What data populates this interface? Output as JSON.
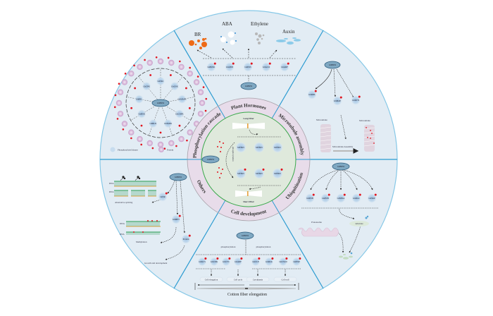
{
  "center": {
    "hub_label": "GhBIN2",
    "long_fiber_label": "Long Fiber",
    "short_fiber_label": "Short Fiber",
    "phospho_label": "phosphorylation",
    "target_label": "MYB25"
  },
  "ring_labels": [
    "Plant Hormones",
    "Microtubule assembly",
    "Ubiquitination",
    "Cell development",
    "Others",
    "Phosphorylation cascade"
  ],
  "sectors": {
    "plant_hormones": {
      "hub": "GhBIN2",
      "hormones": [
        "BR",
        "ABA",
        "Ethylene",
        "Auxin"
      ],
      "targets": [
        "GhBZR1",
        "GhABI5",
        "GhPOS",
        "GhACO",
        "GhARF"
      ]
    },
    "microtubule": {
      "hub": "GhBIN2",
      "targets": [
        "GhRDL",
        "GhMAP",
        "GhKTN"
      ],
      "microtubule_label_1": "Microtubule",
      "microtubule_label_2": "Microtubule",
      "assembly_label": "Microtubule Assembly"
    },
    "ubiquitination": {
      "hub": "GhBIN2",
      "targets": [
        "GhPUB",
        "GhPUB",
        "GhSINA",
        "GhRGC",
        "GhSKP"
      ],
      "proteasome_label": "Proteasome",
      "substrate_label": "substrate"
    },
    "cell_development": {
      "hub": "GhBIN2",
      "phospho_left": "phosphorylation",
      "phospho_right": "phosphorylation",
      "targets": [
        "GhKCS",
        "GhCDK",
        "GhCYC",
        "GhARF",
        "GhCLE",
        "GhRLK",
        "GhCSLD",
        "GhEXP"
      ],
      "processes": [
        "Cell elongation",
        "Cell cycle",
        "Cytokinesis",
        "Cell wall"
      ],
      "caption": "Cotton fiber elongation"
    },
    "others": {
      "hub": "GhBIN2",
      "targets": [
        "GhSR",
        "GhMET",
        "Protein"
      ],
      "rna_label": "RNA",
      "dna_label": "DNA",
      "splicing_label": "Alternative splicing",
      "methylation_label": "Methylation",
      "growth_label": "Growth and development"
    },
    "phospho_cascade": {
      "hub": "GhBIN2",
      "kinases": [
        "GhSK1",
        "GhGSK",
        "GhMAPK",
        "GhCDPK",
        "GhSnRK",
        "GhRLK",
        "GhBSK",
        "GhBSL",
        "GhCPK"
      ],
      "legend": {
        "kinase_label": "Phosphorylated kinase",
        "protein_label": "Protein"
      }
    }
  },
  "colors": {
    "outer_bg": "#e2ecf4",
    "outer_stroke": "#7dc4e6",
    "divider": "#2b9bd1",
    "ring_fill": "#e8dcea",
    "ring_stroke": "#a7a0a8",
    "core_fill": "#dfe9dc",
    "core_stroke": "#3aa84b",
    "hub_fill": "#7fa8c2",
    "hub_stroke": "#2f5f80",
    "node_fill": "#b6d3ec",
    "phospho_dot": "#e0141e",
    "protein": "#d6b6d8",
    "br": "#ee6a16",
    "ethylene": "#b7b7b7",
    "auxin": "#8ccbe9"
  }
}
